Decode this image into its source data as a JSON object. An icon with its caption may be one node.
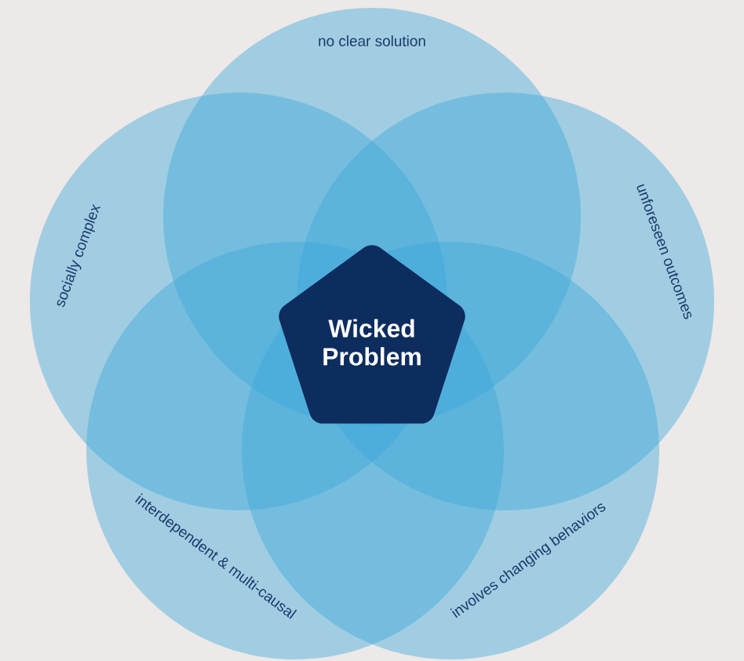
{
  "diagram": {
    "nodes": [
      {
        "text": [
          "no clear solution"
        ]
      },
      {
        "text": [
          "socially complex"
        ]
      },
      {
        "text": [
          "unforeseen outcomes"
        ]
      },
      {
        "text": [
          "interdependent & multi-causal"
        ]
      },
      {
        "text": [
          "involves changing behaviors"
        ]
      },
      {
        "text": [
          "Wicked Problem"
        ]
      }
    ]
  }
}
